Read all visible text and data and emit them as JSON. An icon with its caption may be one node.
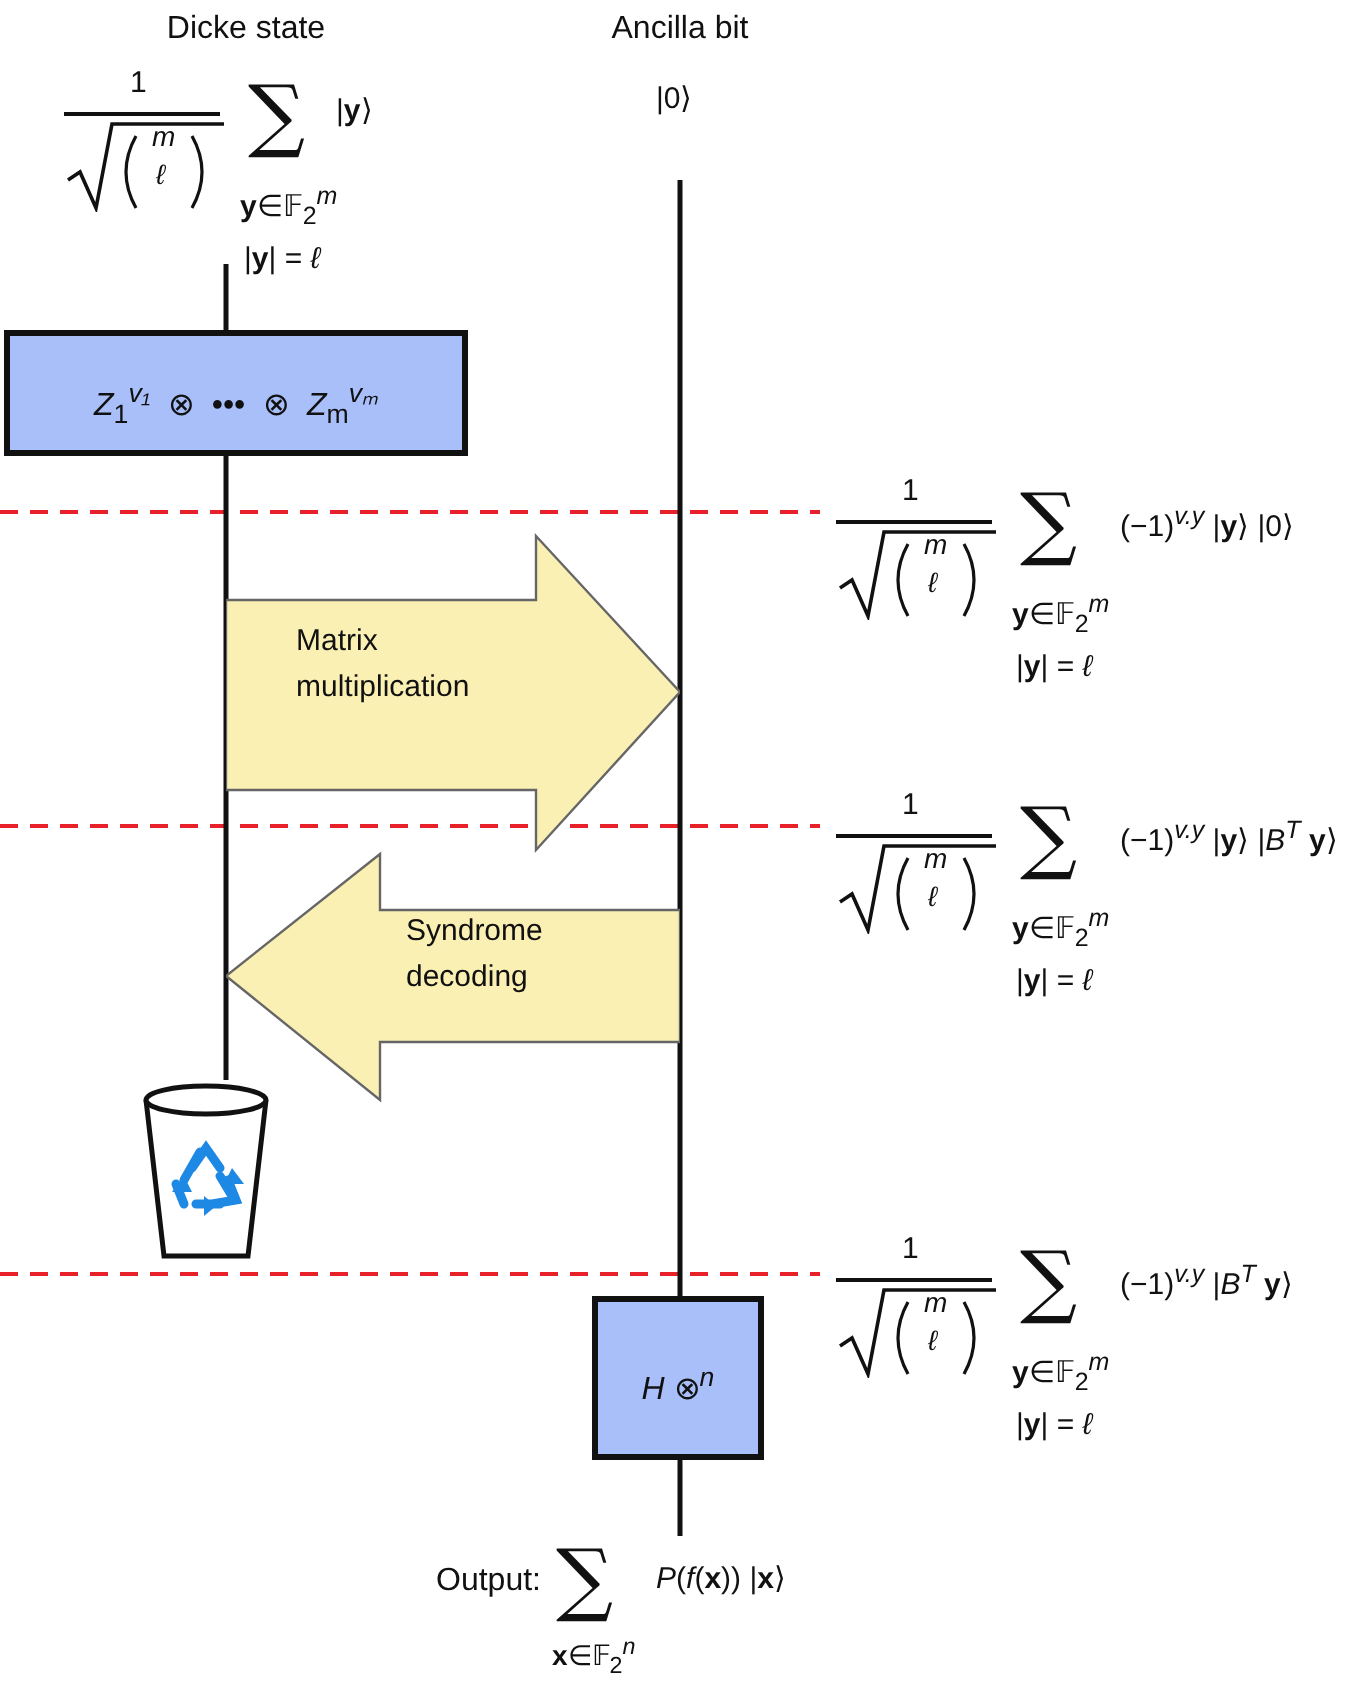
{
  "diagram": {
    "nodes": [
      {
        "text": [
          "Dicke state",
          "1",
          "m",
          "ℓ",
          "∑",
          "|**y**⟩",
          "**y**∈𝔽$_{2}$$^{m}$",
          "|**y**| = *ℓ*"
        ]
      },
      {
        "text": [
          "Ancilla bit",
          "|0⟩"
        ]
      },
      {
        "text": [
          "*Z*$_{1}$$^{v₁}$  ⊗  •••  ⊗  *Z*$_{m}$$^{vₘ}$"
        ]
      },
      {
        "text": [
          "Matrix multiplication"
        ]
      },
      {
        "text": [
          "Syndrome decoding"
        ]
      },
      {
        "text": [],
        "shape": "picture"
      },
      {
        "text": [
          "*H* ⊗$^{n}$"
        ]
      },
      {
        "text": [
          "Output:",
          "∑",
          "*P*(*f*(**x**)) |**x**⟩",
          "**x**∈𝔽$_{2}$$^{n}$"
        ]
      }
    ],
    "edges": [
      {
        "from": 0,
        "to": 2,
        "arrow": "none"
      },
      {
        "from": 2,
        "to": 5,
        "arrow": "none"
      },
      {
        "from": 1,
        "to": 6,
        "arrow": "none"
      },
      {
        "from": 6,
        "to": 7,
        "arrow": "none"
      }
    ],
    "labels": [
      "1",
      "m",
      "ℓ",
      "∑",
      "(−1)$^{v.y}$ |**y**⟩ |0⟩",
      "**y**∈𝔽$_{2}$$^{m}$",
      "|**y**| = *ℓ*",
      "1",
      "m",
      "ℓ",
      "∑",
      "(−1)$^{v.y}$ |**y**⟩ |*B*$^{T}$ **y**⟩",
      "**y**∈𝔽$_{2}$$^{m}$",
      "|**y**| = *ℓ*",
      "1",
      "m",
      "ℓ",
      "∑",
      "(−1)$^{v.y}$ |*B*$^{T}$ **y**⟩",
      "**y**∈𝔽$_{2}$$^{m}$",
      "|**y**| = *ℓ*"
    ]
  }
}
